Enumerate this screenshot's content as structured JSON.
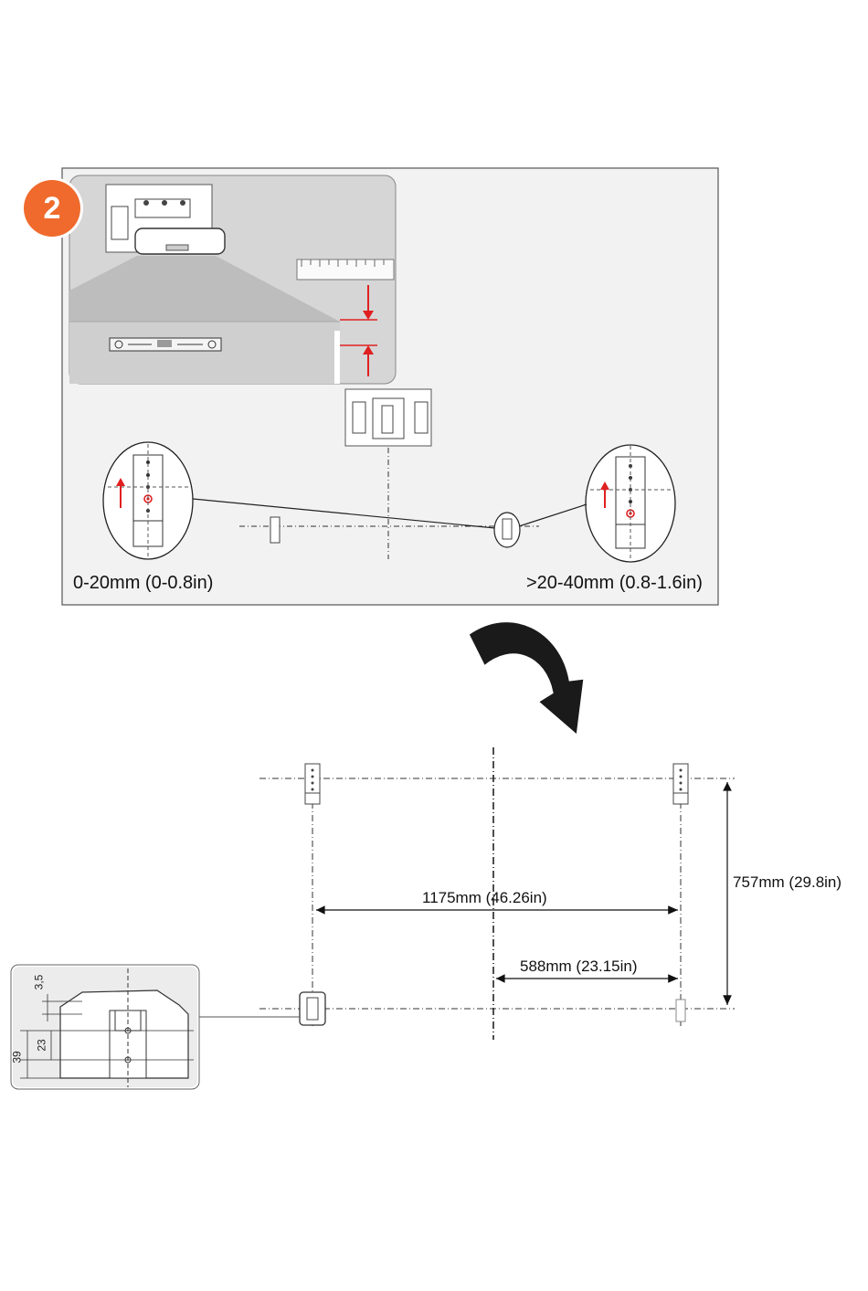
{
  "step": {
    "number": "2"
  },
  "panel": {
    "left_range_label": "0-20mm (0-0.8in)",
    "right_range_label": ">20-40mm (0.8-1.6in)"
  },
  "layout_diagram": {
    "width_label": "1175mm (46.26in)",
    "half_width_label": "588mm (23.15in)",
    "height_label": "757mm (29.8in)"
  },
  "detail_inset": {
    "dim_a": "3,5",
    "dim_b": "23",
    "dim_c": "39"
  },
  "colors": {
    "accent": "#ef6a2c",
    "arrow_red": "#e02020",
    "panel_bg": "#f2f2f2",
    "inset_bg": "#dcdcdc"
  }
}
